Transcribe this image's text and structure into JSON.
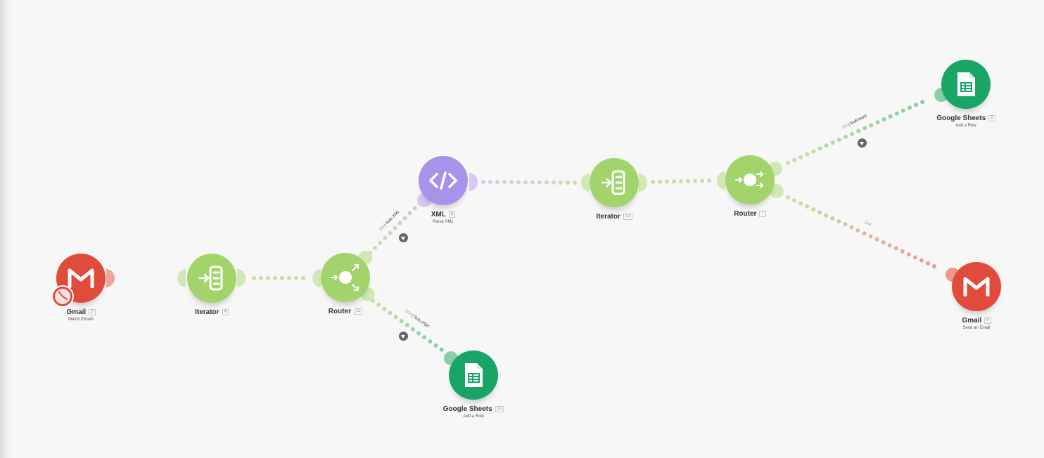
{
  "colors": {
    "gmail": "#e04b3b",
    "flow_tool": "#a3d36b",
    "xml": "#a893ea",
    "google_sheets": "#18a566",
    "canvas": "#f7f7f7"
  },
  "modules": [
    {
      "key": "gmail_watch",
      "title": "Gmail",
      "id": "2",
      "subtitle": "Watch Emails",
      "icon": "gmail-icon"
    },
    {
      "key": "iterator_1",
      "title": "Iterator",
      "id": "4",
      "subtitle": "",
      "icon": "iterator-icon"
    },
    {
      "key": "router_1",
      "title": "Router",
      "id": "11",
      "subtitle": "",
      "icon": "router-icon"
    },
    {
      "key": "xml_parse",
      "title": "XML",
      "id": "6",
      "subtitle": "Parse XML",
      "icon": "xml-icon"
    },
    {
      "key": "sheets_1",
      "title": "Google Sheets",
      "id": "12",
      "subtitle": "Add a Row",
      "icon": "google-sheets-icon"
    },
    {
      "key": "iterator_2",
      "title": "Iterator",
      "id": "13",
      "subtitle": "",
      "icon": "iterator-icon"
    },
    {
      "key": "router_2",
      "title": "Router",
      "id": "7",
      "subtitle": "",
      "icon": "router-icon"
    },
    {
      "key": "sheets_2",
      "title": "Google Sheets",
      "id": "8",
      "subtitle": "Add a Row",
      "icon": "google-sheets-icon"
    },
    {
      "key": "gmail_send",
      "title": "Gmail",
      "id": "9",
      "subtitle": "Send an Email",
      "icon": "gmail-icon"
    }
  ],
  "routes": {
    "r1_xml": {
      "order": "1st",
      "name": "Solo XML"
    },
    "r1_pdf": {
      "order": "2nd",
      "name": "Solo PDF"
    },
    "r2_first": {
      "order": "1st",
      "name": "NuEmisor"
    },
    "r2_second": {
      "order": "2nd",
      "name": ""
    }
  }
}
